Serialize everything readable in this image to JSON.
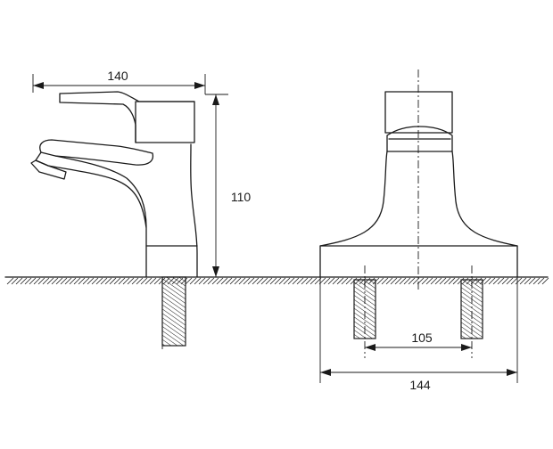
{
  "dimensions": {
    "side_width": "140",
    "side_height": "110",
    "hole_spacing": "105",
    "base_width": "144"
  }
}
